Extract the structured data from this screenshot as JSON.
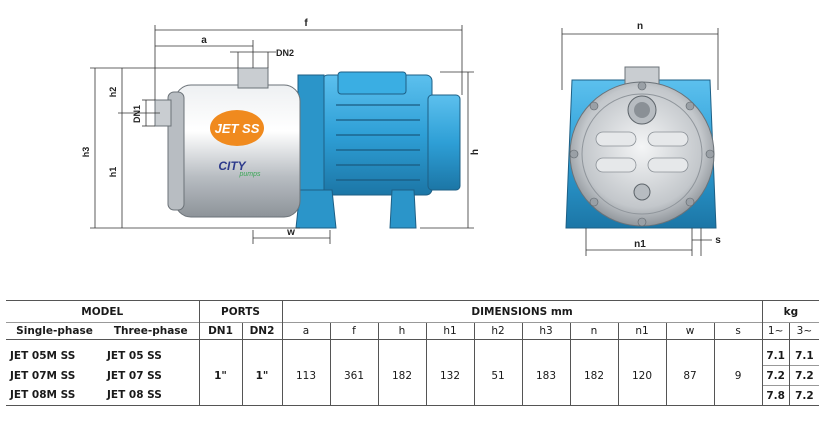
{
  "drawing": {
    "labels": {
      "f": "f",
      "a": "a",
      "dn2": "DN2",
      "h2": "h2",
      "dn1": "DN1",
      "h3": "h3",
      "h1": "h1",
      "h": "h",
      "w": "w",
      "n": "n",
      "n1": "n1",
      "s": "s"
    },
    "logo_text": "JET SS",
    "brand_text": "CITY",
    "brand_sub": "pumps",
    "colors": {
      "motor": "#2e9fd6",
      "motor_dark": "#1d6f9a",
      "steel": "#c9cdd1",
      "logo": "#f08a1e"
    }
  },
  "table": {
    "header": {
      "model": "MODEL",
      "ports": "PORTS",
      "dimensions": "DIMENSIONS mm",
      "kg": "kg"
    },
    "subheader": {
      "single": "Single-phase",
      "three": "Three-phase",
      "dn1": "DN1",
      "dn2": "DN2",
      "a": "a",
      "f": "f",
      "h": "h",
      "h1": "h1",
      "h2": "h2",
      "h3": "h3",
      "n": "n",
      "n1": "n1",
      "w": "w",
      "s": "s",
      "kg1": "1~",
      "kg3": "3~"
    },
    "shared": {
      "dn1": "1\"",
      "dn2": "1\"",
      "a": "113",
      "f": "361",
      "h": "182",
      "h1": "132",
      "h2": "51",
      "h3": "183",
      "n": "182",
      "n1": "120",
      "w": "87",
      "s": "9"
    },
    "rows": [
      {
        "single": "JET 05M SS",
        "three": "JET 05 SS",
        "kg1": "7.1",
        "kg3": "7.1"
      },
      {
        "single": "JET 07M SS",
        "three": "JET 07 SS",
        "kg1": "7.2",
        "kg3": "7.2"
      },
      {
        "single": "JET 08M SS",
        "three": "JET 08 SS",
        "kg1": "7.8",
        "kg3": "7.2"
      }
    ]
  }
}
